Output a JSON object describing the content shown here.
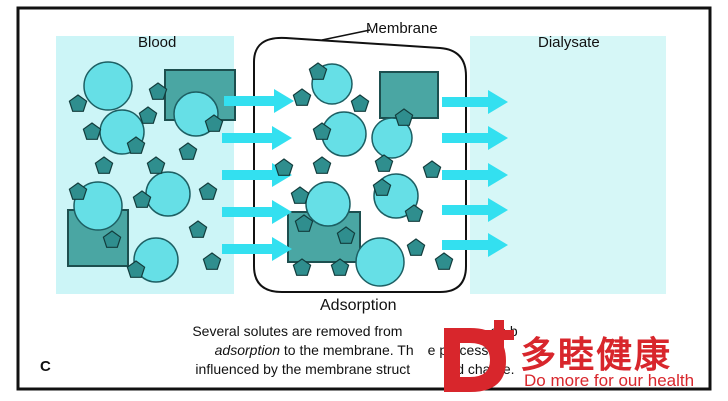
{
  "labels": {
    "blood": "Blood",
    "membrane": "Membrane",
    "dialysate": "Dialysate",
    "adsorption": "Adsorption"
  },
  "caption": {
    "line1_a": "Several solutes are removed from",
    "line1_b": "on b",
    "line2_em": "adsorption",
    "line2_a": " to the membrane.",
    "line2_b": "Th",
    "line2_c": "e process i",
    "line3_a": "influenced by the membrane struct",
    "line3_b": "d charge."
  },
  "panel_letter": "C",
  "watermark": {
    "cn": "多睦健康",
    "en": "Do more for our health"
  },
  "colors": {
    "blood_zone": "#ccf5f7",
    "dialysate_zone": "#d6f7f7",
    "small_circle": "#66dfe6",
    "large_square": "#4aa6a3",
    "pentagon": "#2f8e8e",
    "arrow": "#33e0f0",
    "watermark_red": "#d8262c"
  },
  "icons": {
    "solute_small": "pentagon-molecule",
    "solute_medium": "circle-molecule",
    "solute_large": "square-molecule",
    "flow": "right-arrow",
    "logo": "cross-logo"
  }
}
